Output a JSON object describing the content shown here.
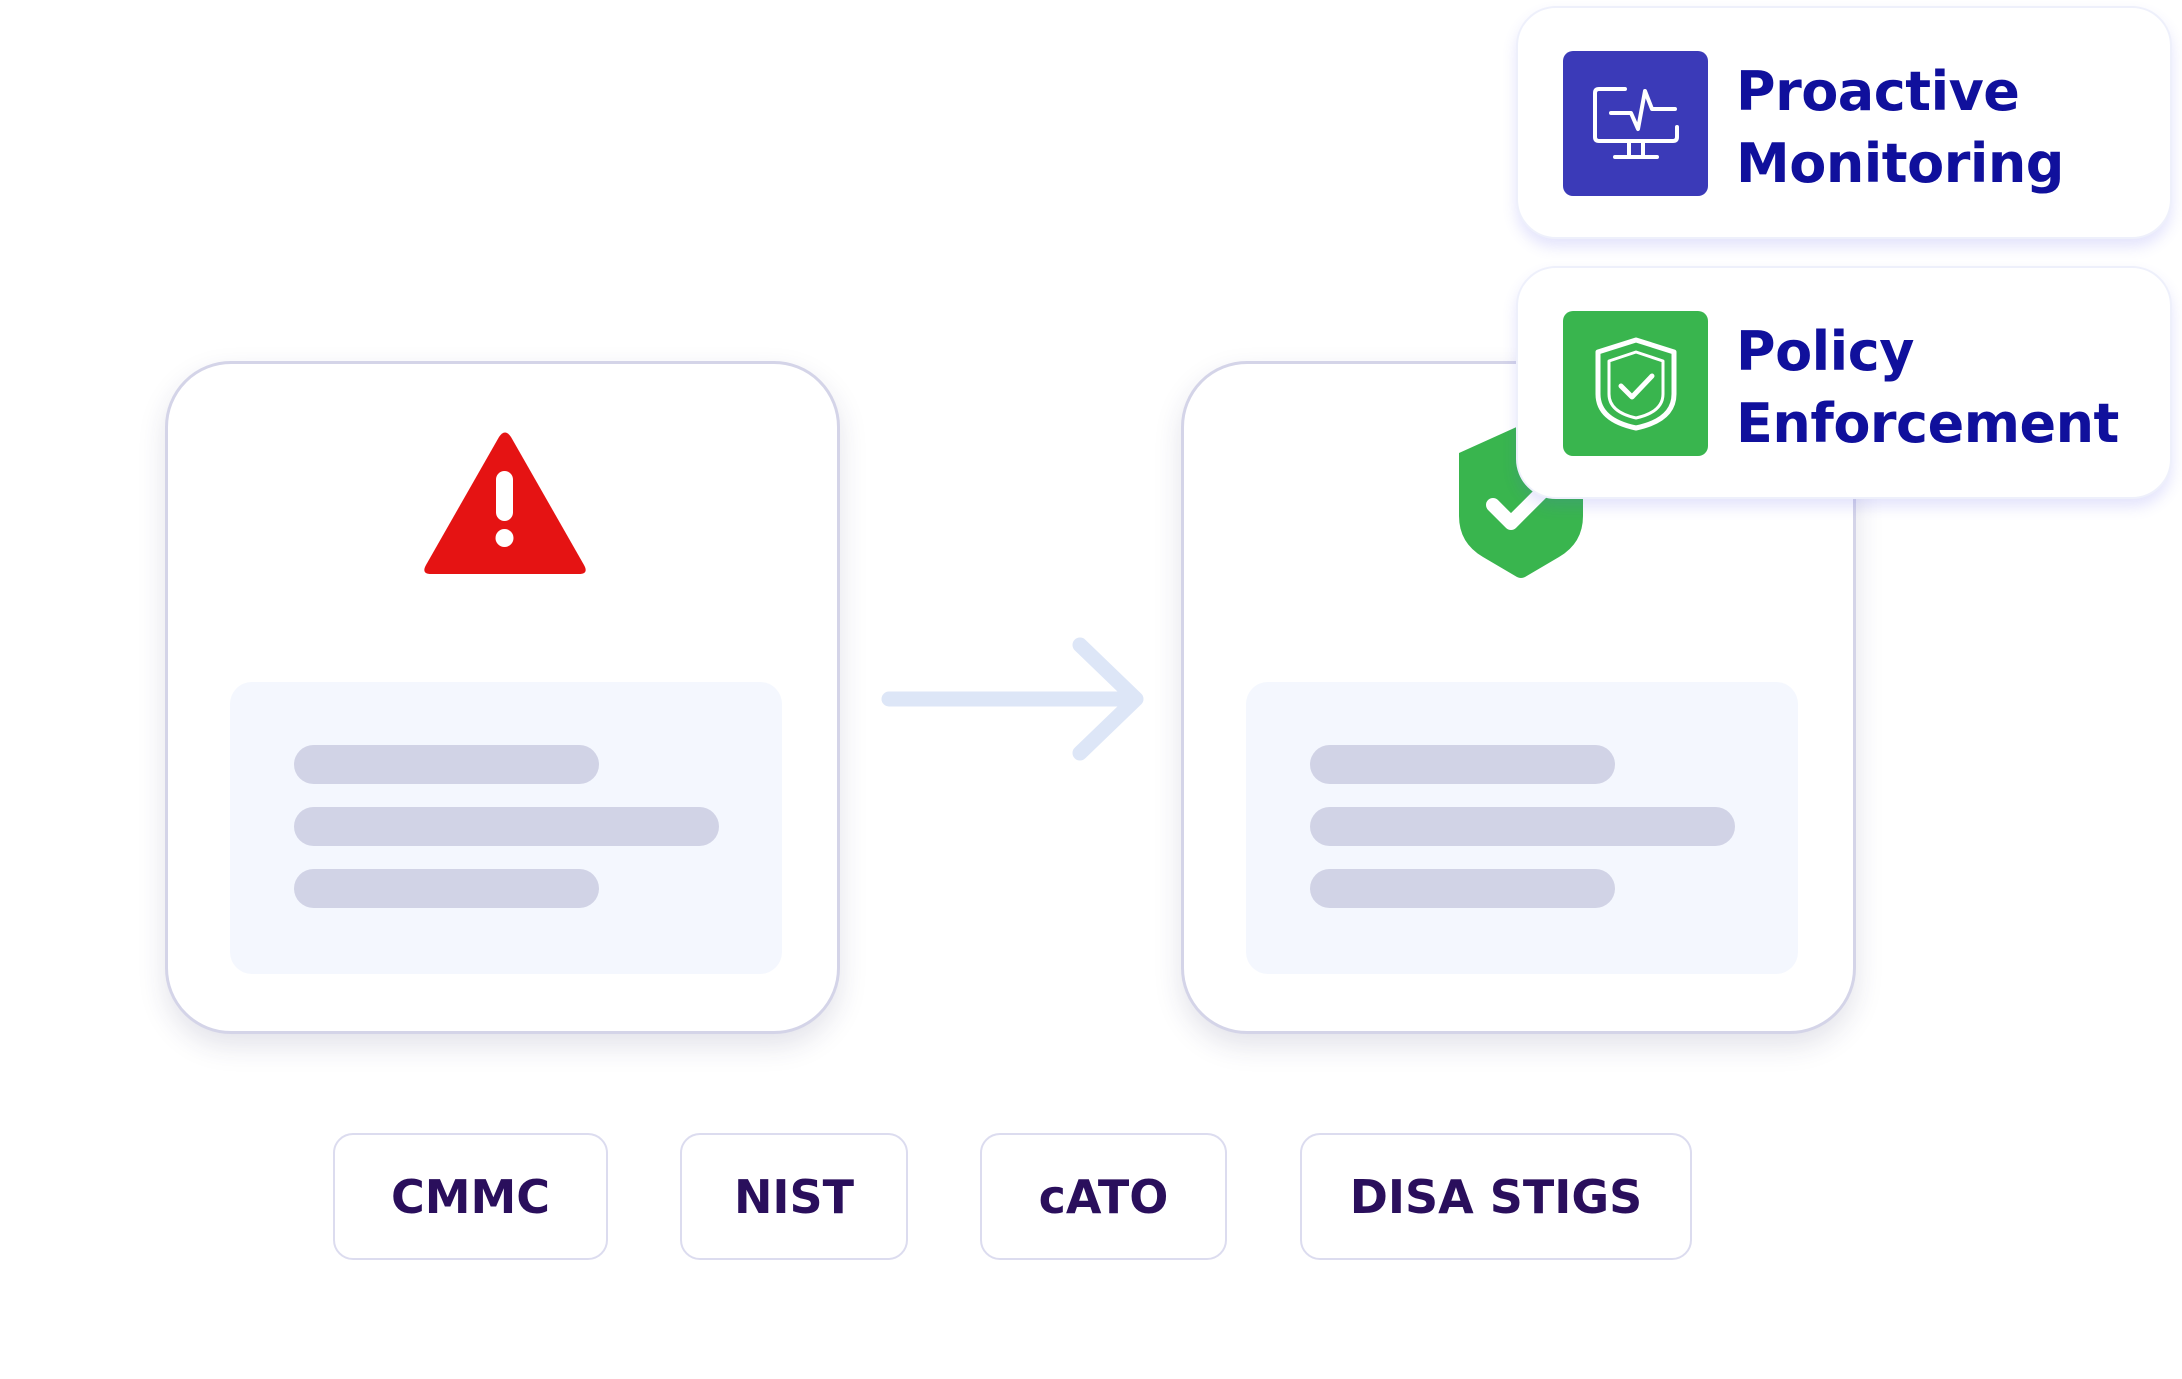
{
  "features": {
    "monitoring": {
      "title_line1": "Proactive",
      "title_line2": "Monitoring",
      "icon": "monitor-pulse-icon",
      "color": "#3b3ab8"
    },
    "policy": {
      "title_line1": "Policy",
      "title_line2": "Enforcement",
      "icon": "shield-check-icon",
      "color": "#39b54e"
    }
  },
  "panels": {
    "before": {
      "status_icon": "warning-icon",
      "status_color": "#e51313"
    },
    "after": {
      "status_icon": "shield-check-icon",
      "status_color": "#39b54e"
    }
  },
  "frameworks": [
    {
      "label": "CMMC"
    },
    {
      "label": "NIST"
    },
    {
      "label": "cATO"
    },
    {
      "label": "DISA STIGS"
    }
  ],
  "colors": {
    "title_text": "#10109c",
    "chip_text": "#2a0f5c",
    "placeholder_line": "#d1d3e6",
    "arrow": "#dde6f7"
  }
}
